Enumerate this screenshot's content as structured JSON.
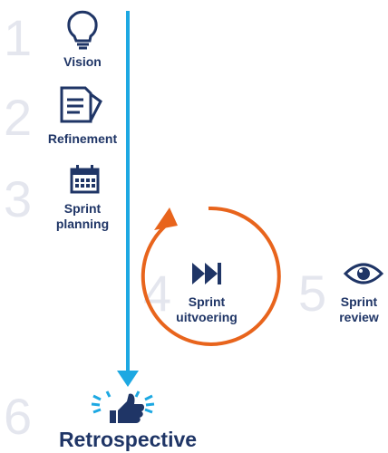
{
  "steps": [
    {
      "number": "1",
      "label": "Vision",
      "icon": "lightbulb-icon"
    },
    {
      "number": "2",
      "label": "Refinement",
      "icon": "document-icon"
    },
    {
      "number": "3",
      "label_line1": "Sprint",
      "label_line2": "planning",
      "icon": "calendar-icon"
    },
    {
      "number": "4",
      "label_line1": "Sprint",
      "label_line2": "uitvoering",
      "icon": "fast-forward-icon"
    },
    {
      "number": "5",
      "label_line1": "Sprint",
      "label_line2": "review",
      "icon": "eye-icon"
    },
    {
      "number": "6",
      "label": "Retrospective",
      "icon": "thumbs-up-icon"
    }
  ],
  "colors": {
    "timeline": "#1da8e2",
    "cycle": "#e8641c",
    "text": "#1f3566",
    "number": "#e4e6ee"
  }
}
